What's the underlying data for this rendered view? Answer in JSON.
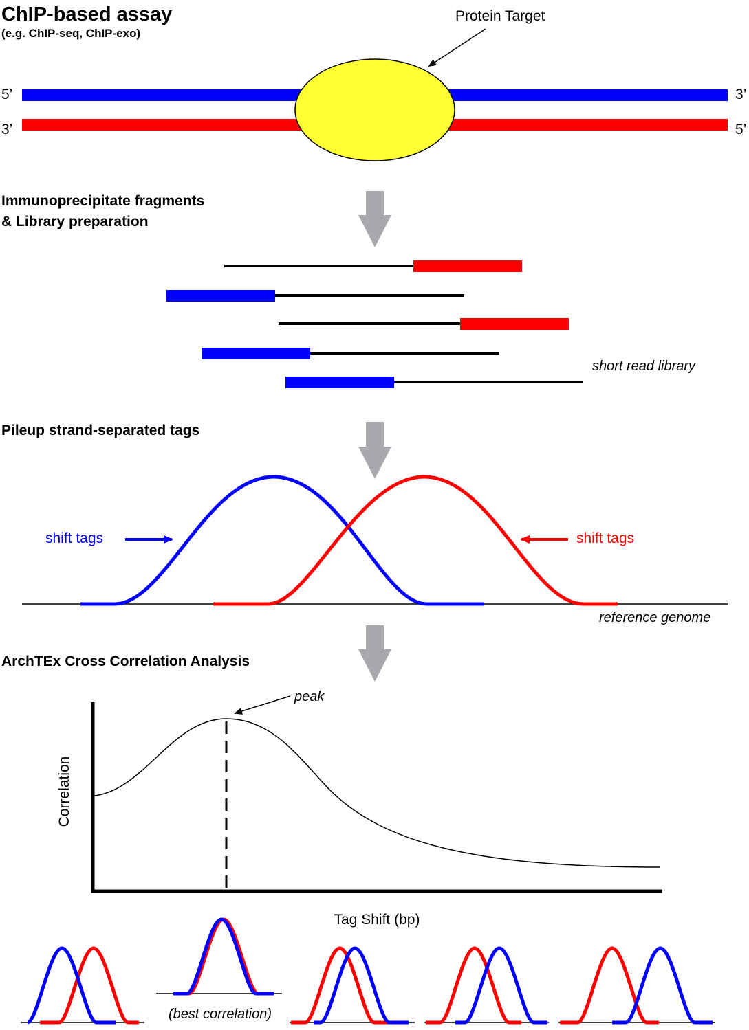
{
  "header": {
    "title": "ChIP-based assay",
    "subtitle": "(e.g. ChIP-seq, ChIP-exo)"
  },
  "dna": {
    "top_left_end": "5’",
    "top_right_end": "3’",
    "bottom_left_end": "3’",
    "bottom_right_end": "5’",
    "protein_label": "Protein Target"
  },
  "steps": {
    "step1_line1": "Immunoprecipitate fragments",
    "step1_line2": "& Library preparation",
    "step2": "Pileup strand-separated tags",
    "step3": "ArchTEx Cross Correlation Analysis"
  },
  "library": {
    "label": "short read library"
  },
  "pileup": {
    "shift_left_label": "shift tags",
    "shift_right_label": "shift tags",
    "genome_label": "reference genome"
  },
  "correlation_plot": {
    "ylabel": "Correlation",
    "xlabel": "Tag Shift (bp)",
    "peak_label": "peak",
    "best_label": "(best correlation)"
  },
  "colors": {
    "forward_strand": "#0000ff",
    "reverse_strand": "#ff0000",
    "protein_fill": "#ffff33",
    "step_arrow": "#a7a9ac"
  }
}
